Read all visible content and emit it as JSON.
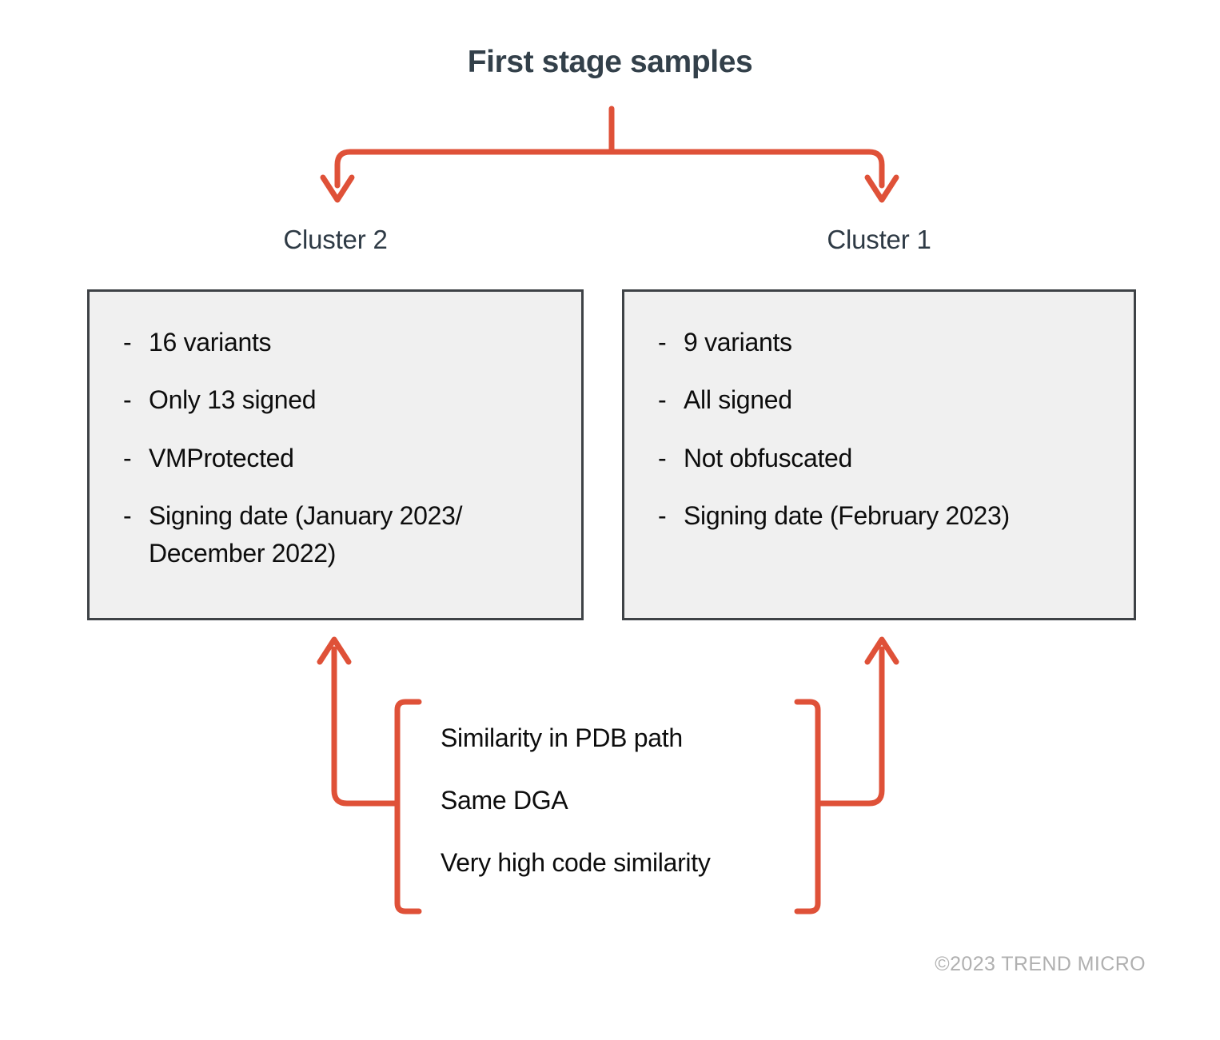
{
  "title": "First stage samples",
  "colors": {
    "arrow": "#df5138",
    "box_border": "#3e4246",
    "box_fill": "#f0f0f0",
    "title_text": "#33404a",
    "body_text": "#0d0d0d",
    "footer_text": "#b0b0b0",
    "background": "#ffffff"
  },
  "clusters": [
    {
      "caption": "Cluster 2",
      "bullets": [
        {
          "marker": "-",
          "text": "16 variants"
        },
        {
          "marker": "-",
          "text": "Only 13 signed"
        },
        {
          "marker": "-",
          "text": "VMProtected"
        },
        {
          "marker": "-",
          "text": "Signing date (January 2023/ December 2022)"
        }
      ]
    },
    {
      "caption": "Cluster 1",
      "bullets": [
        {
          "marker": "-",
          "text": "9 variants"
        },
        {
          "marker": "-",
          "text": "All signed"
        },
        {
          "marker": "-",
          "text": "Not obfuscated"
        },
        {
          "marker": "-",
          "text": "Signing date (February 2023)"
        }
      ]
    }
  ],
  "similarity_notes": [
    "Similarity in PDB path",
    "Same DGA",
    "Very high code similarity"
  ],
  "footer": "©2023 TREND MICRO"
}
